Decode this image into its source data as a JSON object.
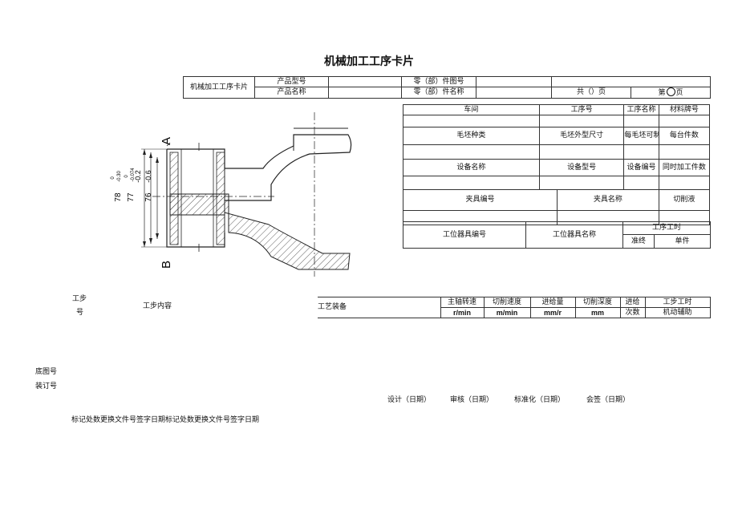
{
  "title": "机械加工工序卡片",
  "header": {
    "card_label": "机械加工工序卡片",
    "product_model": "产品型号",
    "product_name": "产品名称",
    "part_drawing_no": "零（部）件图号",
    "part_name": "零（部）件名称",
    "total_pages": "共（）页",
    "page_prefix": "第",
    "page_suffix": "页"
  },
  "info": {
    "workshop": "车间",
    "process_no": "工序号",
    "process_name": "工序名称",
    "material": "材料牌号",
    "blank_type": "毛坯种类",
    "blank_size": "毛坯外型尺寸",
    "parts_per_blank": "每毛坯可制件数",
    "parts_per_unit": "每台件数",
    "equipment_name": "设备名称",
    "equipment_model": "设备型号",
    "equipment_no": "设备编号",
    "simultaneous_parts": "同时加工件数",
    "fixture_no": "夹具编号",
    "fixture_name": "夹具名称",
    "coolant": "切削液",
    "station_tool_no": "工位器具编号",
    "station_tool_name": "工位器具名称",
    "process_hours": "工序工时",
    "prep_time": "准终",
    "unit_time": "单件"
  },
  "drawing": {
    "label_a": "A",
    "label_b": "B",
    "dim1": "78",
    "dim1_tol_upper": "0",
    "dim1_tol_lower": "-0.30",
    "dim2": "77",
    "dim2_tol_upper": "0",
    "dim2_tol_lower": "-0.074",
    "dim2_extra": "-0.2",
    "dim3": "76",
    "dim3_tol": "-0.6"
  },
  "steps": {
    "step_no_line1": "工步",
    "step_no_line2": "号",
    "step_content": "工步内容",
    "tooling": "工艺装备",
    "spindle_speed": "主轴转速",
    "spindle_unit": "r/min",
    "cutting_speed": "切削速度",
    "cutting_speed_unit": "m/min",
    "feed": "进给量",
    "feed_unit": "mm/r",
    "cut_depth": "切削深度",
    "cut_depth_unit": "mm",
    "passes_line1": "进给",
    "passes_line2": "次数",
    "step_hours": "工步工时",
    "machine_aux": "机动辅助"
  },
  "side": {
    "base_drawing_no": "底图号",
    "binding_no": "装订号"
  },
  "footer": {
    "design": "设计（日期）",
    "review": "审核（日期）",
    "standardize": "标准化（日期）",
    "countersign": "会签（日期）",
    "revision_row": "标记处数更换文件号签字日期标记处数更换文件号签字日期"
  }
}
